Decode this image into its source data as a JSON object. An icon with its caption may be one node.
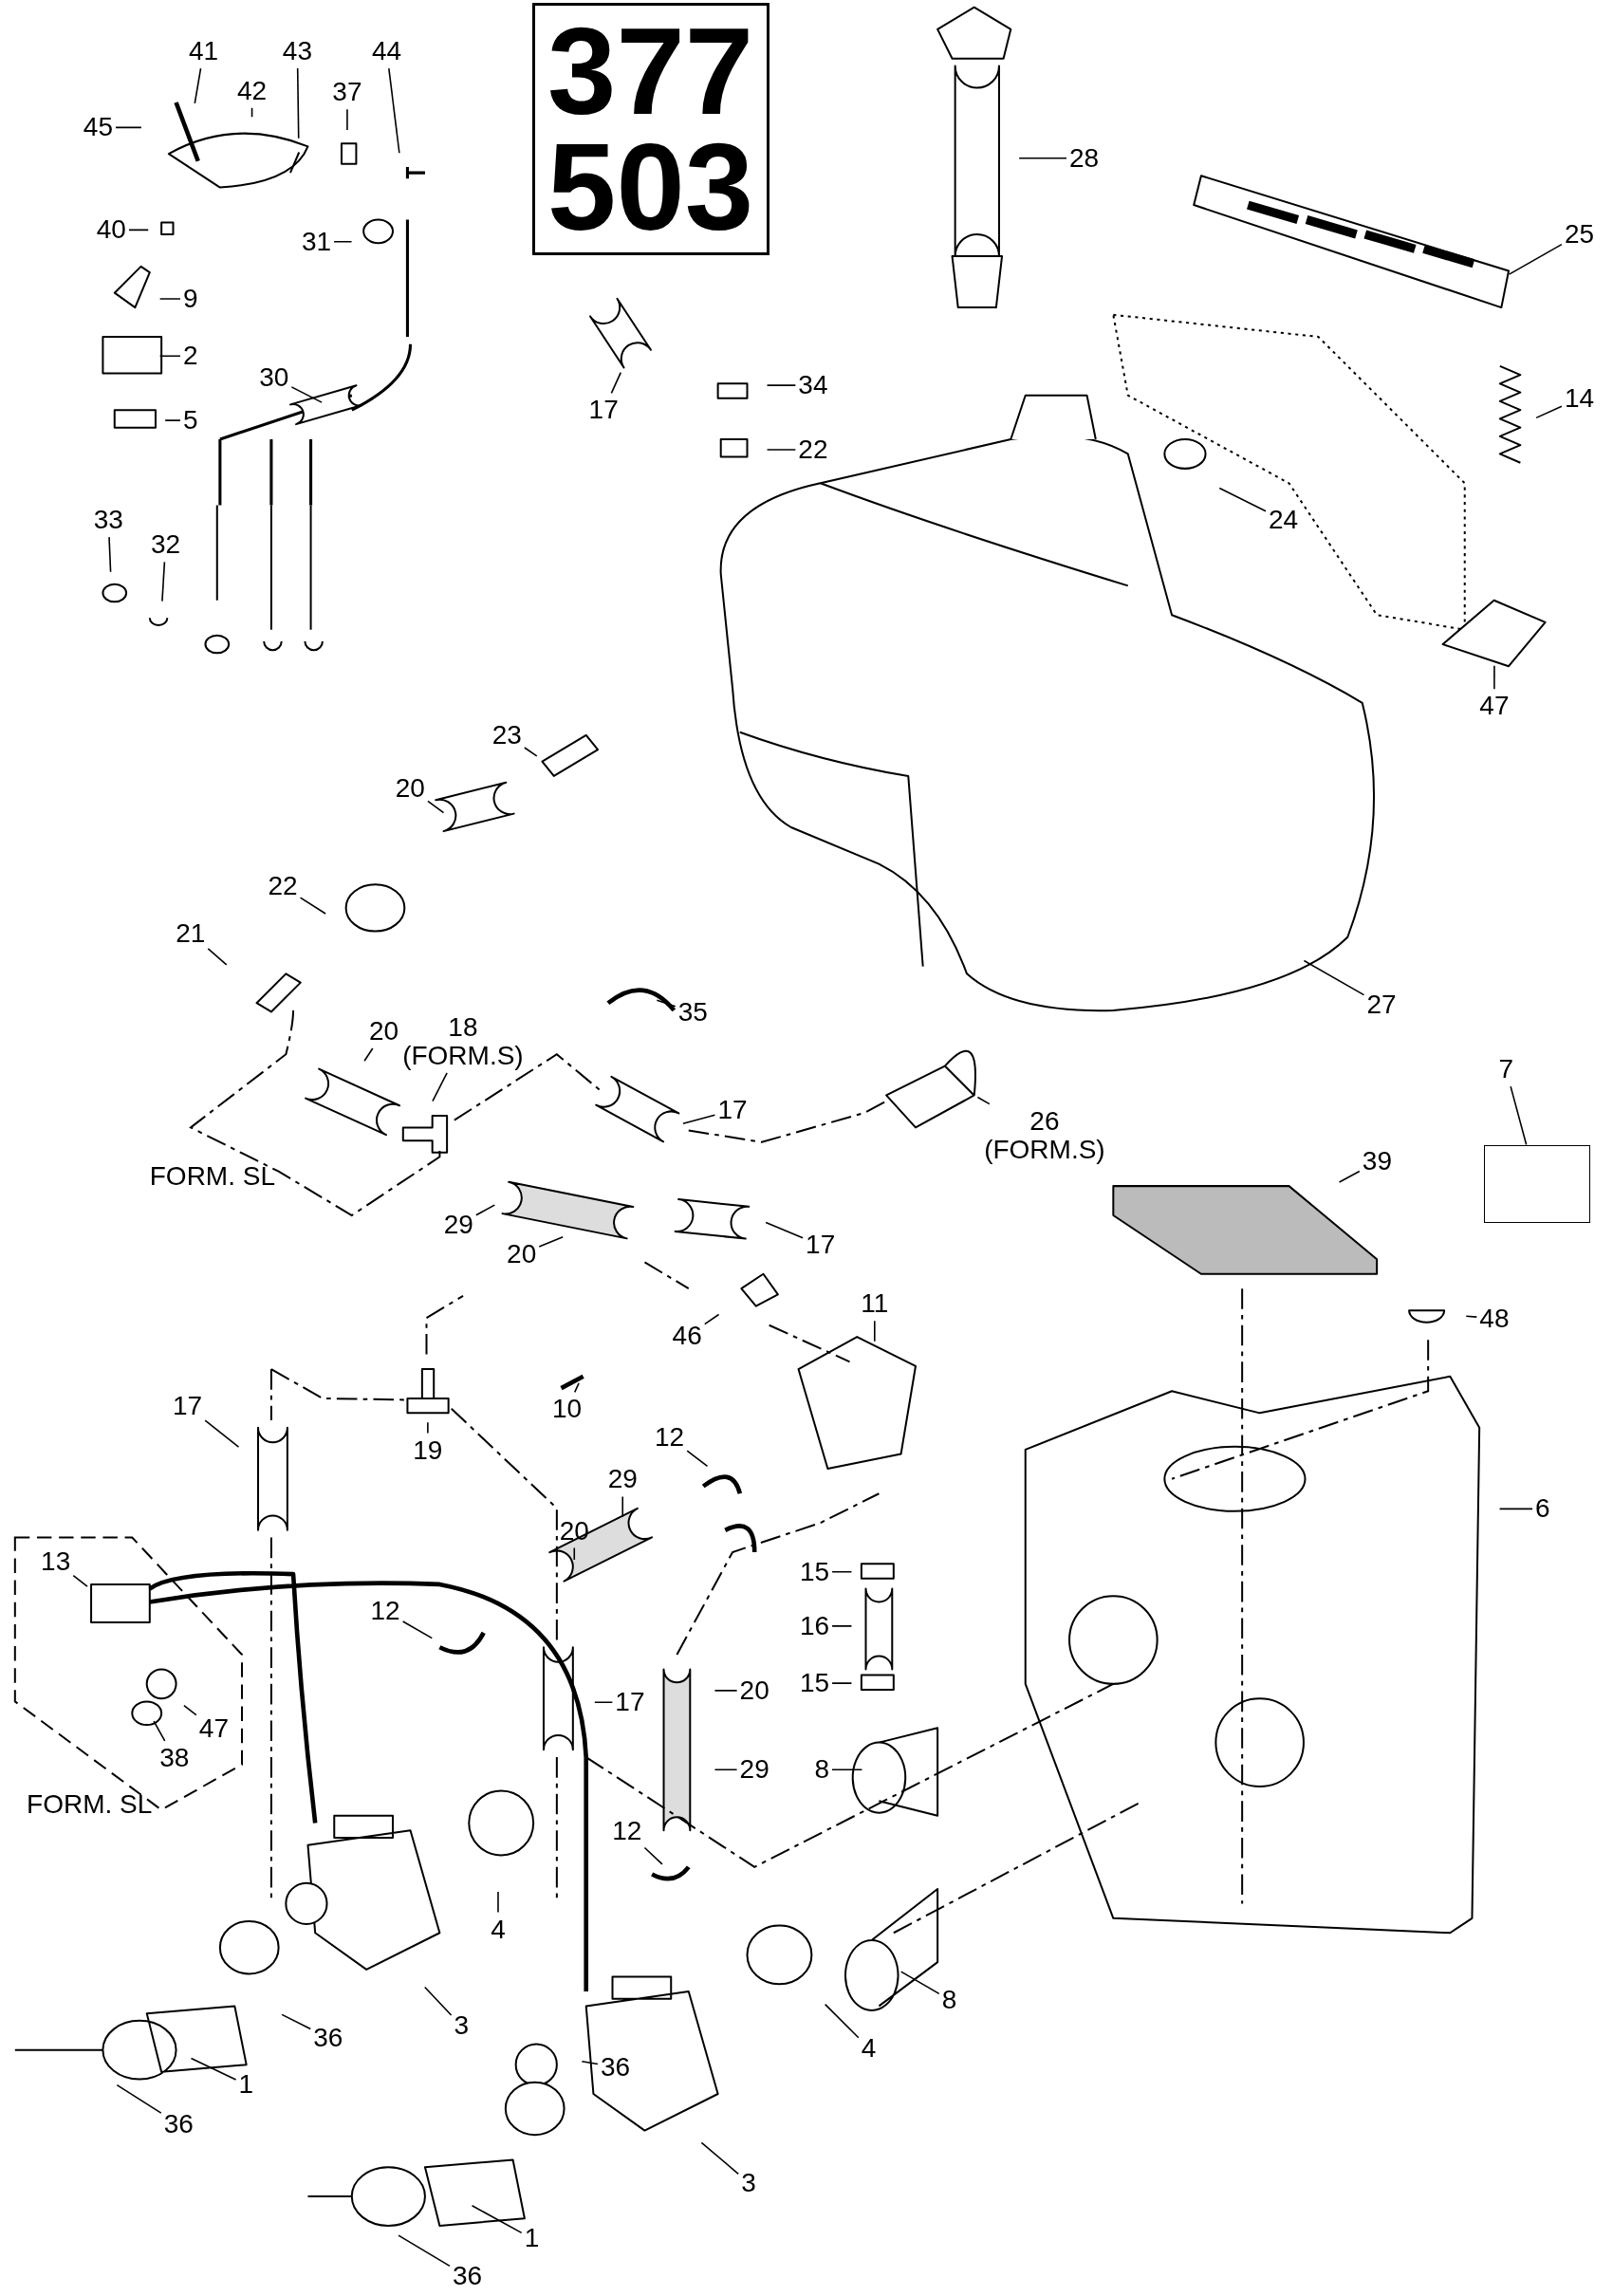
{
  "diagram": {
    "nodes": [
      {
        "text": [
          "377 503"
        ]
      },
      {
        "text": [],
        "shape": "box"
      },
      {
        "text": [
          "41"
        ]
      },
      {
        "text": [
          "42"
        ]
      },
      {
        "text": [
          "43"
        ]
      },
      {
        "text": [
          "37"
        ]
      },
      {
        "text": [
          "44"
        ]
      },
      {
        "text": [
          "45"
        ]
      },
      {
        "text": [
          "40"
        ]
      },
      {
        "text": [
          "31"
        ]
      },
      {
        "text": [
          "9"
        ]
      },
      {
        "text": [
          "2"
        ]
      },
      {
        "text": [
          "5"
        ]
      },
      {
        "text": [
          "30"
        ]
      },
      {
        "text": [
          "33"
        ]
      },
      {
        "text": [
          "32"
        ]
      },
      {
        "text": [
          "17"
        ]
      },
      {
        "text": [
          "34"
        ]
      },
      {
        "text": [
          "22"
        ]
      },
      {
        "text": [
          "28"
        ]
      },
      {
        "text": [
          "25"
        ]
      },
      {
        "text": [
          "14"
        ]
      },
      {
        "text": [
          "24"
        ]
      },
      {
        "text": [
          "47"
        ]
      },
      {
        "text": [
          "23"
        ]
      },
      {
        "text": [
          "20"
        ]
      },
      {
        "text": [
          "22"
        ]
      },
      {
        "text": [
          "21"
        ]
      },
      {
        "text": [
          "20"
        ]
      },
      {
        "text": [
          "18 (FORM.S)"
        ]
      },
      {
        "text": [
          "35"
        ]
      },
      {
        "text": [
          "17"
        ]
      },
      {
        "text": [
          "26 (FORM.S)"
        ]
      },
      {
        "text": [
          "7"
        ]
      },
      {
        "text": [
          "27"
        ]
      },
      {
        "text": [
          "39"
        ]
      },
      {
        "text": [
          "29"
        ]
      },
      {
        "text": [
          "20"
        ]
      },
      {
        "text": [
          "17"
        ]
      },
      {
        "text": [
          "46"
        ]
      },
      {
        "text": [
          "11"
        ]
      },
      {
        "text": [
          "48"
        ]
      },
      {
        "text": [
          "10"
        ]
      },
      {
        "text": [
          "17"
        ]
      },
      {
        "text": [
          "19"
        ]
      },
      {
        "text": [
          "12"
        ]
      },
      {
        "text": [
          "29"
        ]
      },
      {
        "text": [
          "20"
        ]
      },
      {
        "text": [
          "6"
        ]
      },
      {
        "text": [
          "15"
        ]
      },
      {
        "text": [
          "16"
        ]
      },
      {
        "text": [
          "15"
        ]
      },
      {
        "text": [
          "13"
        ]
      },
      {
        "text": [
          "12"
        ]
      },
      {
        "text": [
          "17"
        ]
      },
      {
        "text": [
          "20"
        ]
      },
      {
        "text": [
          "47"
        ]
      },
      {
        "text": [
          "38"
        ]
      },
      {
        "text": [
          "29"
        ]
      },
      {
        "text": [
          "8"
        ]
      },
      {
        "text": [
          "4"
        ]
      },
      {
        "text": [
          "12"
        ]
      },
      {
        "text": [
          "3"
        ]
      },
      {
        "text": [
          "36"
        ]
      },
      {
        "text": [
          "1"
        ]
      },
      {
        "text": [
          "36"
        ]
      },
      {
        "text": [
          "8"
        ]
      },
      {
        "text": [
          "4"
        ]
      },
      {
        "text": [
          "36"
        ]
      },
      {
        "text": [
          "3"
        ]
      },
      {
        "text": [
          "1"
        ]
      },
      {
        "text": [
          "36"
        ]
      }
    ],
    "edges": [
      {
        "from": 2,
        "to": null,
        "arrow": "none"
      },
      {
        "from": 3,
        "to": null,
        "arrow": "none"
      },
      {
        "from": 4,
        "to": null,
        "arrow": "none"
      },
      {
        "from": 5,
        "to": null,
        "arrow": "none"
      },
      {
        "from": 6,
        "to": null,
        "arrow": "none"
      },
      {
        "from": 7,
        "to": null,
        "arrow": "none"
      },
      {
        "from": 8,
        "to": null,
        "arrow": "none"
      },
      {
        "from": 9,
        "to": null,
        "arrow": "none"
      },
      {
        "from": 10,
        "to": null,
        "arrow": "none"
      },
      {
        "from": 11,
        "to": null,
        "arrow": "none"
      },
      {
        "from": 12,
        "to": null,
        "arrow": "none"
      },
      {
        "from": 13,
        "to": null,
        "arrow": "none"
      },
      {
        "from": 14,
        "to": null,
        "arrow": "none"
      },
      {
        "from": 15,
        "to": null,
        "arrow": "none"
      },
      {
        "from": 16,
        "to": null,
        "arrow": "none"
      },
      {
        "from": 17,
        "to": null,
        "arrow": "none"
      },
      {
        "from": 18,
        "to": null,
        "arrow": "none"
      },
      {
        "from": 19,
        "to": null,
        "arrow": "none"
      },
      {
        "from": 20,
        "to": null,
        "arrow": "none"
      },
      {
        "from": 21,
        "to": null,
        "arrow": "none"
      },
      {
        "from": 22,
        "to": null,
        "arrow": "none"
      },
      {
        "from": 23,
        "to": null,
        "arrow": "none"
      },
      {
        "from": 24,
        "to": null,
        "arrow": "none"
      },
      {
        "from": 25,
        "to": null,
        "arrow": "none"
      },
      {
        "from": 26,
        "to": null,
        "arrow": "none"
      },
      {
        "from": 27,
        "to": null,
        "arrow": "none"
      },
      {
        "from": 28,
        "to": null,
        "arrow": "none"
      },
      {
        "from": 29,
        "to": null,
        "arrow": "none"
      },
      {
        "from": 30,
        "to": null,
        "arrow": "none"
      },
      {
        "from": 31,
        "to": null,
        "arrow": "none"
      },
      {
        "from": 32,
        "to": null,
        "arrow": "none"
      },
      {
        "from": 33,
        "to": 1,
        "arrow": "none"
      },
      {
        "from": 34,
        "to": null,
        "arrow": "none"
      },
      {
        "from": 35,
        "to": null,
        "arrow": "none"
      },
      {
        "from": 36,
        "to": null,
        "arrow": "none"
      },
      {
        "from": 37,
        "to": null,
        "arrow": "none"
      },
      {
        "from": 38,
        "to": null,
        "arrow": "none"
      },
      {
        "from": 39,
        "to": null,
        "arrow": "none"
      },
      {
        "from": 40,
        "to": null,
        "arrow": "none"
      },
      {
        "from": 41,
        "to": null,
        "arrow": "none"
      },
      {
        "from": 42,
        "to": null,
        "arrow": "none"
      },
      {
        "from": 43,
        "to": null,
        "arrow": "none"
      },
      {
        "from": 44,
        "to": null,
        "arrow": "none"
      },
      {
        "from": 45,
        "to": null,
        "arrow": "none"
      },
      {
        "from": 46,
        "to": null,
        "arrow": "none"
      },
      {
        "from": 47,
        "to": null,
        "arrow": "none"
      },
      {
        "from": 48,
        "to": null,
        "arrow": "none"
      },
      {
        "from": 49,
        "to": null,
        "arrow": "none"
      },
      {
        "from": 50,
        "to": null,
        "arrow": "none"
      },
      {
        "from": 51,
        "to": null,
        "arrow": "none"
      },
      {
        "from": 52,
        "to": null,
        "arrow": "none"
      },
      {
        "from": 53,
        "to": null,
        "arrow": "none"
      },
      {
        "from": 54,
        "to": null,
        "arrow": "none"
      },
      {
        "from": 55,
        "to": null,
        "arrow": "none"
      },
      {
        "from": 56,
        "to": null,
        "arrow": "none"
      },
      {
        "from": 57,
        "to": null,
        "arrow": "none"
      },
      {
        "from": 58,
        "to": null,
        "arrow": "none"
      },
      {
        "from": 59,
        "to": null,
        "arrow": "none"
      },
      {
        "from": 60,
        "to": null,
        "arrow": "none"
      },
      {
        "from": 61,
        "to": null,
        "arrow": "none"
      },
      {
        "from": 62,
        "to": null,
        "arrow": "none"
      },
      {
        "from": 63,
        "to": null,
        "arrow": "none"
      },
      {
        "from": 64,
        "to": null,
        "arrow": "none"
      },
      {
        "from": 65,
        "to": null,
        "arrow": "none"
      },
      {
        "from": 66,
        "to": null,
        "arrow": "none"
      },
      {
        "from": 67,
        "to": null,
        "arrow": "none"
      },
      {
        "from": 68,
        "to": null,
        "arrow": "none"
      },
      {
        "from": 69,
        "to": null,
        "arrow": "none"
      },
      {
        "from": 70,
        "to": null,
        "arrow": "none"
      },
      {
        "from": 71,
        "to": null,
        "arrow": "none"
      }
    ],
    "labels": [
      "FORM. SL",
      "FORM. SL"
    ]
  }
}
